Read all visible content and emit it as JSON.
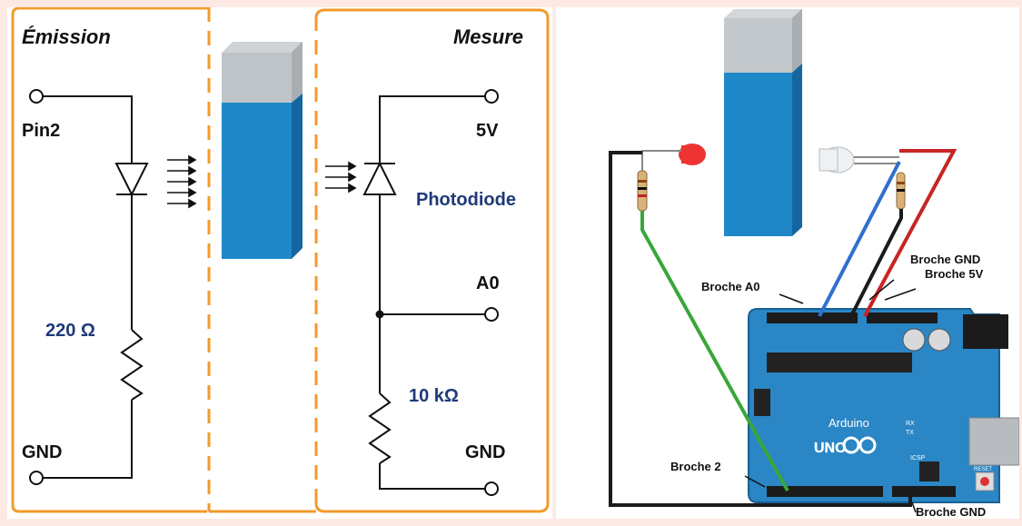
{
  "schematic": {
    "emission_title": "Émission",
    "mesure_title": "Mesure",
    "pin2_label": "Pin2",
    "gnd_left_label": "GND",
    "resistor_220_label": "220 Ω",
    "v5_label": "5V",
    "photodiode_label": "Photodiode",
    "a0_label": "A0",
    "resistor_10k_label": "10 kΩ",
    "gnd_right_label": "GND"
  },
  "wiring": {
    "broche_a0_label": "Broche A0",
    "broche_gnd_top_label": "Broche GND",
    "broche_5v_label": "Broche 5V",
    "broche_2_label": "Broche 2",
    "broche_gnd_bottom_label": "Broche GND",
    "board_text": "Arduino",
    "board_model": "UNO",
    "icsp_label": "ICSP",
    "tx_label": "TX",
    "rx_label": "RX",
    "reset_label": "RESET"
  },
  "colors": {
    "border_orange": "#f39a2b",
    "label_blue": "#1f3a78",
    "cuvette_blue": "#1e88c8",
    "board_blue": "#2a86c4"
  }
}
